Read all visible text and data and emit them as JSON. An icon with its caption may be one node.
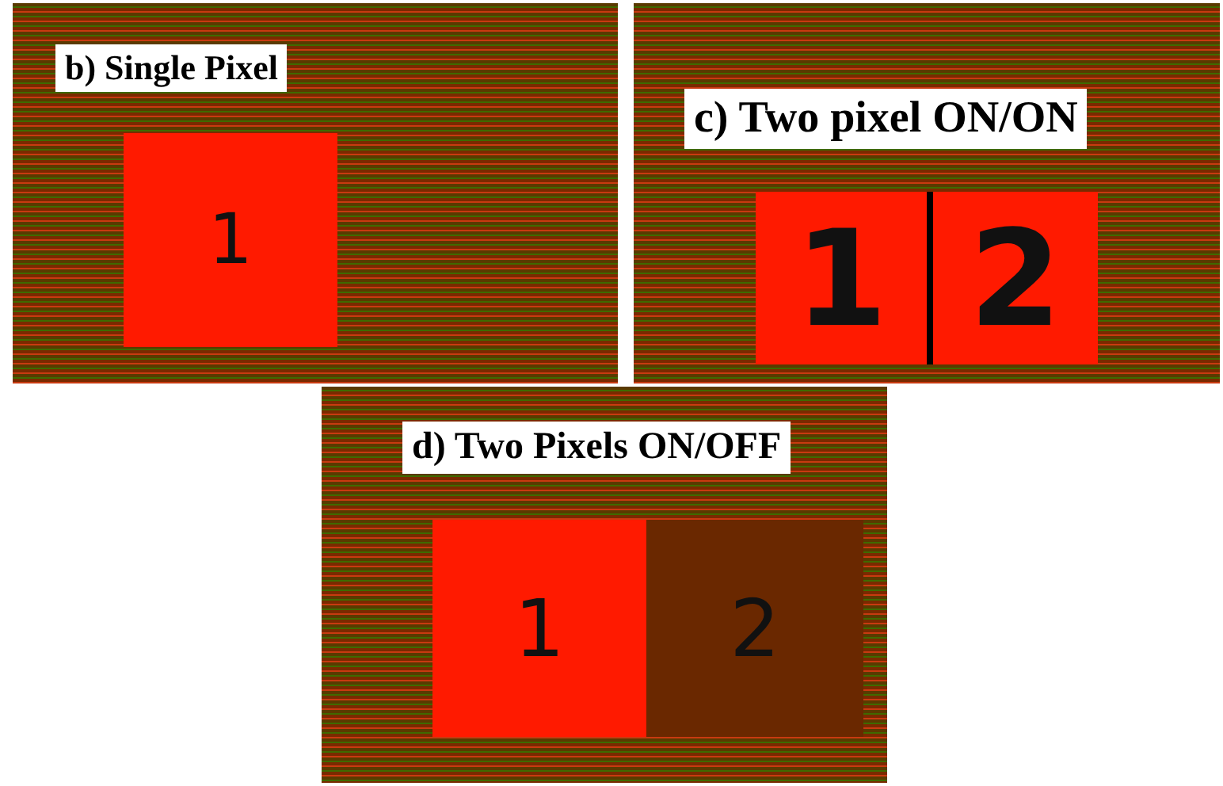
{
  "diagram": {
    "nodes": [
      {
        "text": [
          "b) Single Pixel"
        ]
      },
      {
        "text": [
          "1"
        ],
        "in": 0
      },
      {
        "text": [
          "c) Two pixel ON/ON"
        ]
      },
      {
        "text": [
          "1"
        ],
        "in": 2
      },
      {
        "text": [
          "2"
        ],
        "in": 2
      },
      {
        "text": [
          "d) Two Pixels ON/OFF"
        ]
      },
      {
        "text": [
          "1"
        ],
        "in": 5
      },
      {
        "text": [
          "2"
        ],
        "in": 5
      }
    ]
  }
}
